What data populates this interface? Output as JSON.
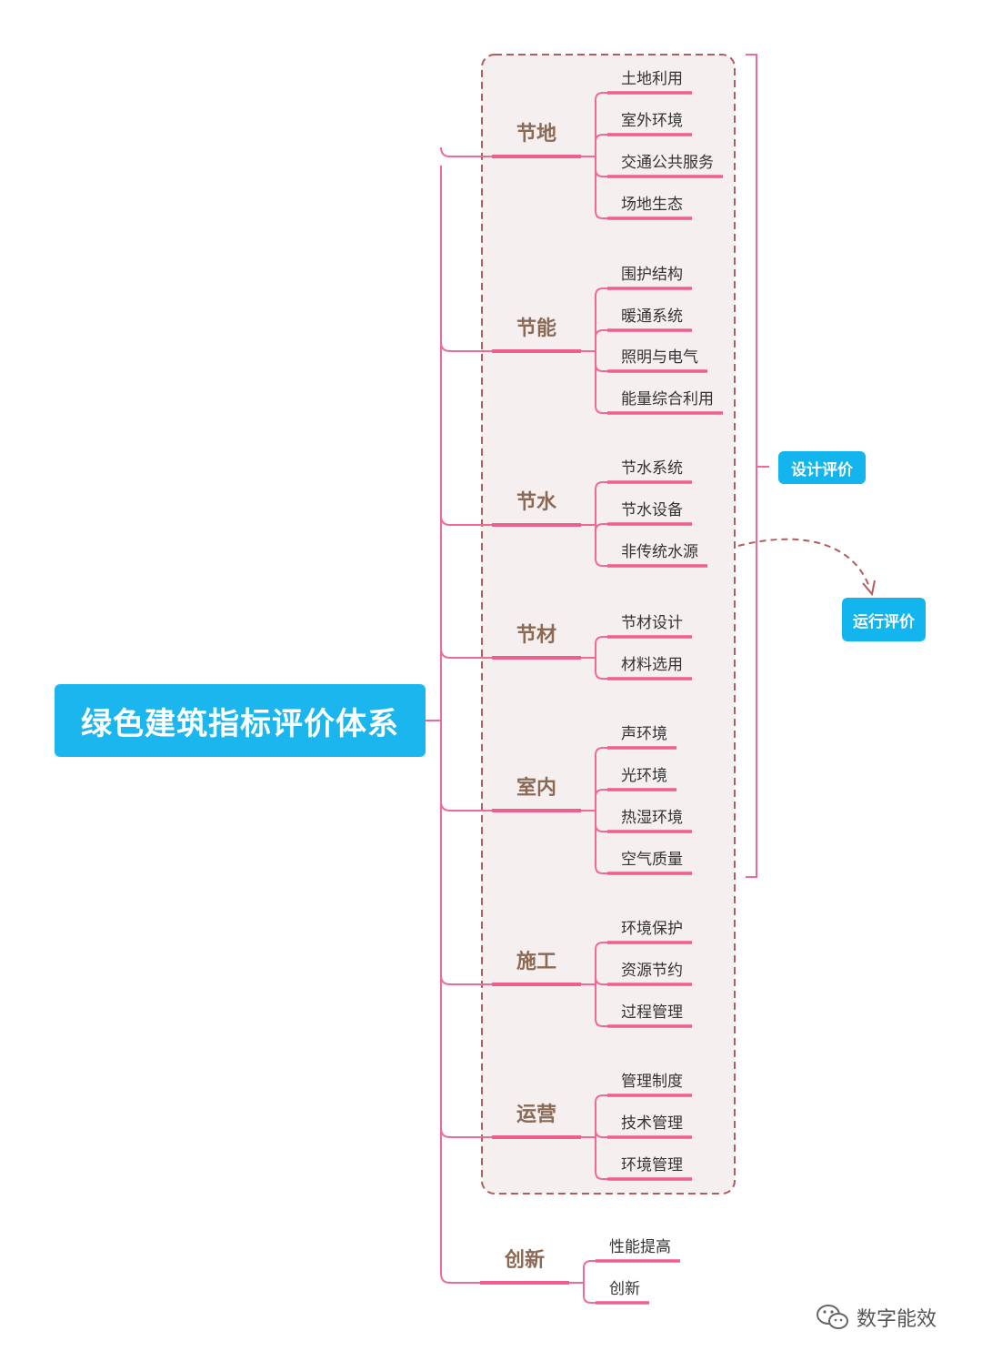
{
  "root": {
    "title": "绿色建筑指标评价体系"
  },
  "categories": [
    {
      "label": "节地",
      "items": [
        "土地利用",
        "室外环境",
        "交通公共服务",
        "场地生态"
      ]
    },
    {
      "label": "节能",
      "items": [
        "围护结构",
        "暖通系统",
        "照明与电气",
        "能量综合利用"
      ]
    },
    {
      "label": "节水",
      "items": [
        "节水系统",
        "节水设备",
        "非传统水源"
      ]
    },
    {
      "label": "节材",
      "items": [
        "节材设计",
        "材料选用"
      ]
    },
    {
      "label": "室内",
      "items": [
        "声环境",
        "光环境",
        "热湿环境",
        "空气质量"
      ]
    },
    {
      "label": "施工",
      "items": [
        "环境保护",
        "资源节约",
        "过程管理"
      ]
    },
    {
      "label": "运营",
      "items": [
        "管理制度",
        "技术管理",
        "环境管理"
      ]
    },
    {
      "label": "创新",
      "items": [
        "性能提高",
        "创新"
      ]
    }
  ],
  "callouts": {
    "design_eval": "设计评价",
    "operation_eval": "运行评价"
  },
  "watermark": {
    "text": "数字能效",
    "icon": "wechat-icon"
  },
  "colors": {
    "root_bg": "#1cb6ee",
    "branch_line": "#ee6b93",
    "underline": "#ef5f8b",
    "category_text": "#8b6a55",
    "leaf_text": "#333333",
    "dashed_border": "#b25d5d",
    "dashed_fill": "#f6efef",
    "callout_bg": "#12b5ee"
  }
}
